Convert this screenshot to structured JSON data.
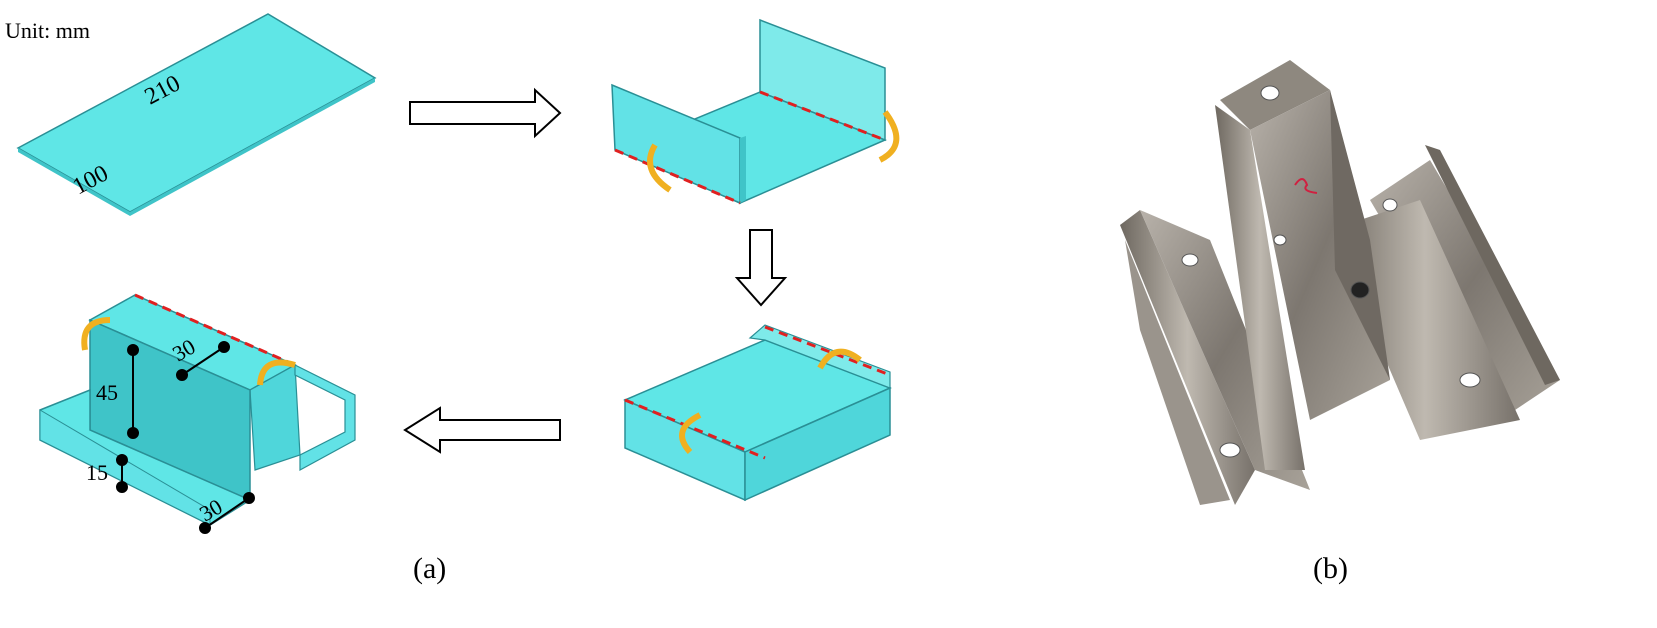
{
  "figure_a": {
    "unit_label": "Unit: mm",
    "plate_length": "210",
    "plate_width": "100",
    "dim_top_width": "30",
    "dim_height": "45",
    "dim_flange": "15",
    "dim_bottom_width": "30",
    "caption": "(a)"
  },
  "figure_b": {
    "caption": "(b)"
  },
  "colors": {
    "sheet": "#5fe6e6",
    "sheet_dark": "#3fc4c8",
    "edge": "#2a8f95",
    "bend_line": "#e02020",
    "fold_arrow": "#f0b020",
    "metal": "#8a8580"
  }
}
